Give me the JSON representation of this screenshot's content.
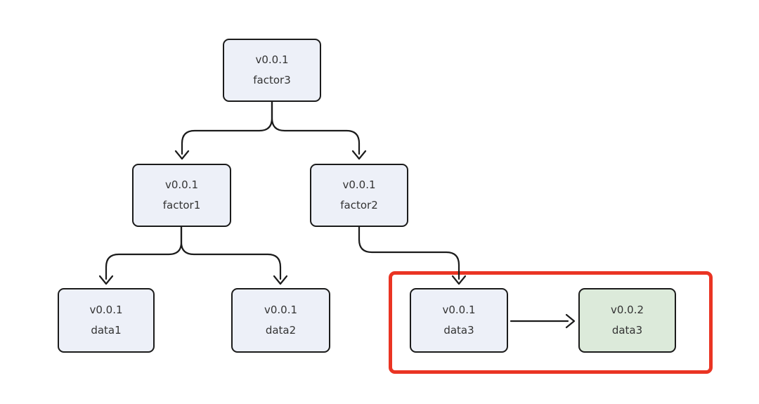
{
  "diagram": {
    "type": "version-tree",
    "nodes": {
      "factor3": {
        "version": "v0.0.1",
        "name": "factor3",
        "state": "default"
      },
      "factor1": {
        "version": "v0.0.1",
        "name": "factor1",
        "state": "default"
      },
      "factor2": {
        "version": "v0.0.1",
        "name": "factor2",
        "state": "default"
      },
      "data1": {
        "version": "v0.0.1",
        "name": "data1",
        "state": "default"
      },
      "data2": {
        "version": "v0.0.1",
        "name": "data2",
        "state": "default"
      },
      "data3_old": {
        "version": "v0.0.1",
        "name": "data3",
        "state": "default"
      },
      "data3_new": {
        "version": "v0.0.2",
        "name": "data3",
        "state": "new"
      }
    },
    "edges": [
      {
        "from": "factor3",
        "to": "factor1",
        "style": "arrow"
      },
      {
        "from": "factor3",
        "to": "factor2",
        "style": "arrow"
      },
      {
        "from": "factor1",
        "to": "data1",
        "style": "arrow"
      },
      {
        "from": "factor1",
        "to": "data2",
        "style": "arrow"
      },
      {
        "from": "factor2",
        "to": "data3_old",
        "style": "arrow"
      },
      {
        "from": "data3_old",
        "to": "data3_new",
        "style": "arrow"
      }
    ],
    "highlight": {
      "shape": "red-rectangle",
      "contains": [
        "data3_old",
        "data3_new"
      ]
    },
    "colors": {
      "node_fill": "#edf0f8",
      "node_border": "#1b1b1b",
      "new_node_fill": "#dceada",
      "highlight_border": "#ea3423",
      "edge": "#1b1b1b",
      "text": "#333333",
      "background": "#ffffff"
    }
  }
}
